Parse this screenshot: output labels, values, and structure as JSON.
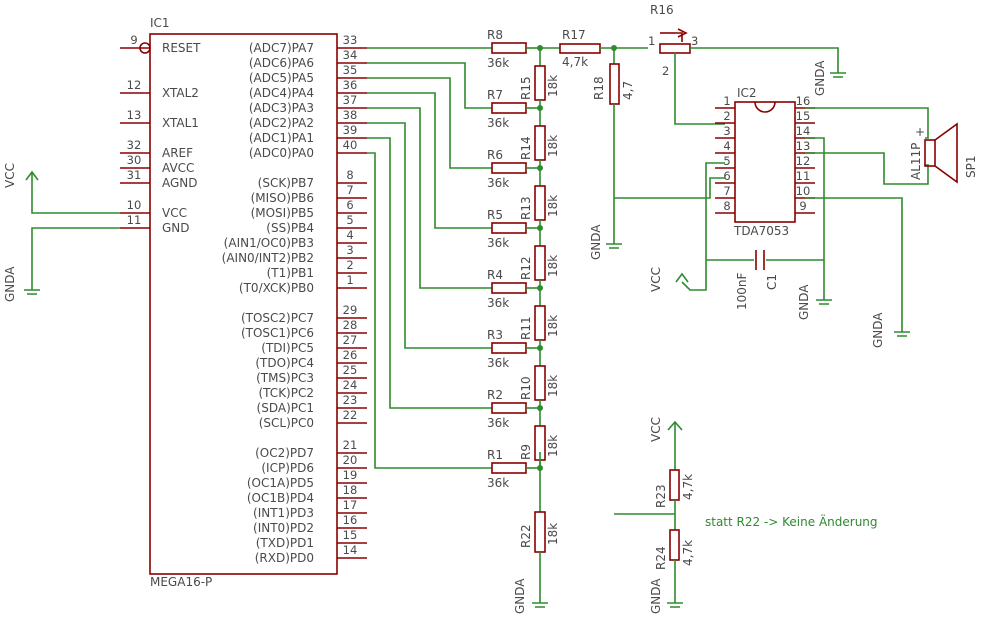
{
  "ic1": {
    "name": "IC1",
    "part": "MEGA16-P",
    "left_pins": [
      {
        "num": "9",
        "label": "RESET"
      },
      {
        "num": "12",
        "label": "XTAL2"
      },
      {
        "num": "13",
        "label": "XTAL1"
      },
      {
        "num": "32",
        "label": "AREF"
      },
      {
        "num": "30",
        "label": "AVCC"
      },
      {
        "num": "31",
        "label": "AGND"
      },
      {
        "num": "10",
        "label": "VCC"
      },
      {
        "num": "11",
        "label": "GND"
      }
    ],
    "right_pins": [
      {
        "num": "33",
        "label": "(ADC7)PA7"
      },
      {
        "num": "34",
        "label": "(ADC6)PA6"
      },
      {
        "num": "35",
        "label": "(ADC5)PA5"
      },
      {
        "num": "36",
        "label": "(ADC4)PA4"
      },
      {
        "num": "37",
        "label": "(ADC3)PA3"
      },
      {
        "num": "38",
        "label": "(ADC2)PA2"
      },
      {
        "num": "39",
        "label": "(ADC1)PA1"
      },
      {
        "num": "40",
        "label": "(ADC0)PA0"
      },
      {
        "num": "8",
        "label": "(SCK)PB7"
      },
      {
        "num": "7",
        "label": "(MISO)PB6"
      },
      {
        "num": "6",
        "label": "(MOSI)PB5"
      },
      {
        "num": "5",
        "label": "(SS)PB4"
      },
      {
        "num": "4",
        "label": "(AIN1/OC0)PB3"
      },
      {
        "num": "3",
        "label": "(AIN0/INT2)PB2"
      },
      {
        "num": "2",
        "label": "(T1)PB1"
      },
      {
        "num": "1",
        "label": "(T0/XCK)PB0"
      },
      {
        "num": "29",
        "label": "(TOSC2)PC7"
      },
      {
        "num": "28",
        "label": "(TOSC1)PC6"
      },
      {
        "num": "27",
        "label": "(TDI)PC5"
      },
      {
        "num": "26",
        "label": "(TDO)PC4"
      },
      {
        "num": "25",
        "label": "(TMS)PC3"
      },
      {
        "num": "24",
        "label": "(TCK)PC2"
      },
      {
        "num": "23",
        "label": "(SDA)PC1"
      },
      {
        "num": "22",
        "label": "(SCL)PC0"
      },
      {
        "num": "21",
        "label": "(OC2)PD7"
      },
      {
        "num": "20",
        "label": "(ICP)PD6"
      },
      {
        "num": "19",
        "label": "(OC1A)PD5"
      },
      {
        "num": "18",
        "label": "(OC1B)PD4"
      },
      {
        "num": "17",
        "label": "(INT1)PD3"
      },
      {
        "num": "16",
        "label": "(INT0)PD2"
      },
      {
        "num": "15",
        "label": "(TXD)PD1"
      },
      {
        "num": "14",
        "label": "(RXD)PD0"
      }
    ]
  },
  "ladder_h": [
    {
      "name": "R8",
      "value": "36k"
    },
    {
      "name": "R7",
      "value": "36k"
    },
    {
      "name": "R6",
      "value": "36k"
    },
    {
      "name": "R5",
      "value": "36k"
    },
    {
      "name": "R4",
      "value": "36k"
    },
    {
      "name": "R3",
      "value": "36k"
    },
    {
      "name": "R2",
      "value": "36k"
    },
    {
      "name": "R1",
      "value": "36k"
    }
  ],
  "ladder_v": [
    {
      "name": "R15",
      "value": "18k"
    },
    {
      "name": "R14",
      "value": "18k"
    },
    {
      "name": "R13",
      "value": "18k"
    },
    {
      "name": "R12",
      "value": "18k"
    },
    {
      "name": "R11",
      "value": "18k"
    },
    {
      "name": "R10",
      "value": "18k"
    },
    {
      "name": "R9",
      "value": "18k"
    },
    {
      "name": "R22",
      "value": "18k"
    }
  ],
  "r17": {
    "name": "R17",
    "value": "4,7k"
  },
  "r18": {
    "name": "R18",
    "value": "4,7"
  },
  "r16": {
    "name": "R16",
    "pin1": "1",
    "pin2": "2",
    "pin3": "3"
  },
  "ic2": {
    "name": "IC2",
    "part": "TDA7053",
    "left_nums": [
      "1",
      "2",
      "3",
      "4",
      "5",
      "6",
      "7",
      "8"
    ],
    "right_nums": [
      "16",
      "15",
      "14",
      "13",
      "12",
      "11",
      "10",
      "9"
    ]
  },
  "c1": {
    "name": "C1",
    "value": "100nF"
  },
  "speaker": {
    "name": "SP1",
    "part": "AL11P",
    "plus": "+"
  },
  "r23": {
    "name": "R23",
    "value": "4,7k"
  },
  "r24": {
    "name": "R24",
    "value": "4,7k"
  },
  "supplies": {
    "vcc": "VCC",
    "gnda": "GNDA"
  },
  "note": "statt R22 -> Keine Änderung"
}
